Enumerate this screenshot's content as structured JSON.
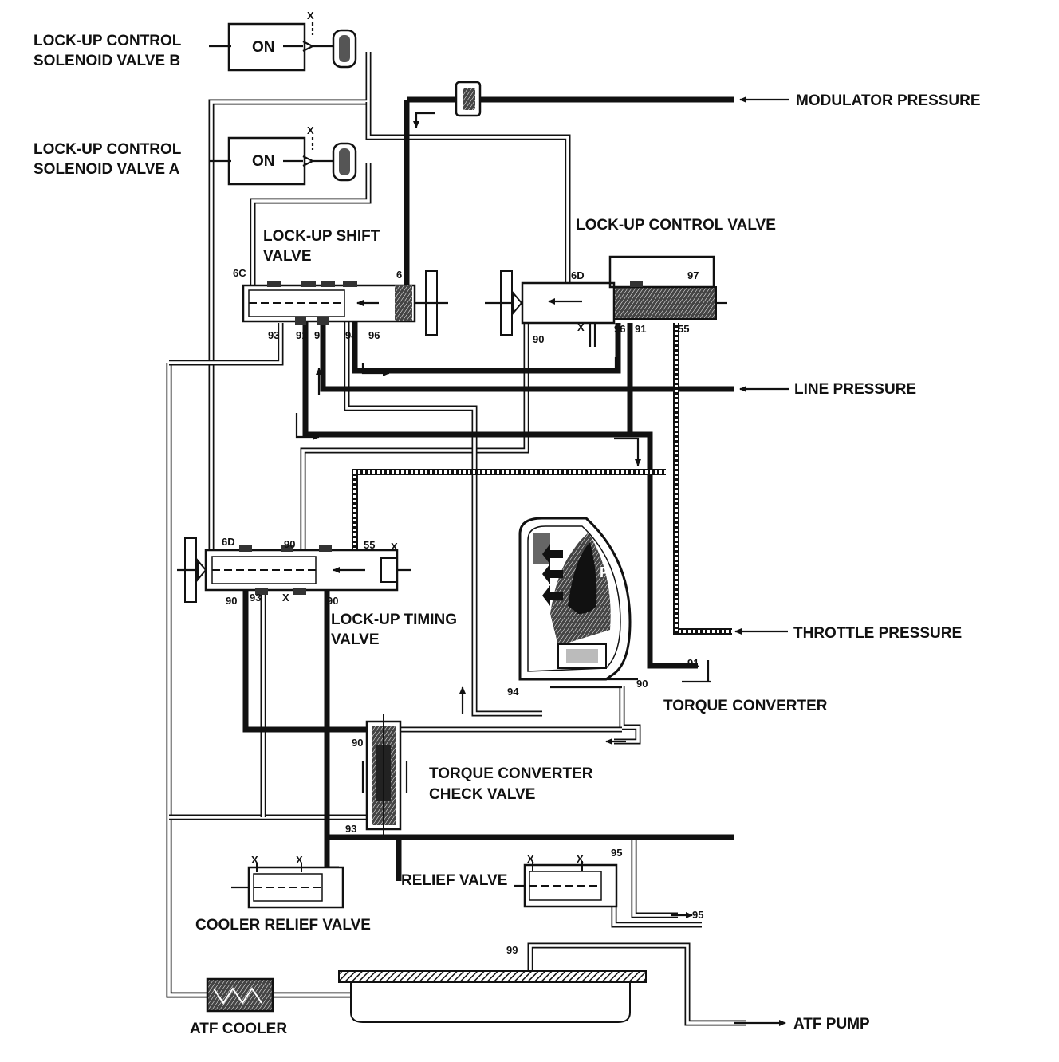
{
  "labels": {
    "solenoid_b": [
      "LOCK-UP CONTROL",
      "SOLENOID VALVE B"
    ],
    "solenoid_a": [
      "LOCK-UP CONTROL",
      "SOLENOID VALVE A"
    ],
    "solenoid_b_state": "ON",
    "solenoid_a_state": "ON",
    "modulator_pressure": "MODULATOR PRESSURE",
    "lockup_control_valve": "LOCK-UP CONTROL VALVE",
    "lockup_shift_valve": [
      "LOCK-UP SHIFT",
      "VALVE"
    ],
    "line_pressure": "LINE PRESSURE",
    "lockup_timing_valve": [
      "LOCK-UP TIMING",
      "VALVE"
    ],
    "throttle_pressure": "THROTTLE PRESSURE",
    "torque_converter": "TORQUE CONVERTER",
    "torque_converter_check_valve": [
      "TORQUE CONVERTER",
      "CHECK VALVE"
    ],
    "relief_valve": "RELIEF VALVE",
    "cooler_relief_valve": "COOLER RELIEF VALVE",
    "atf_cooler": "ATF COOLER",
    "atf_pump": "ATF PUMP",
    "converter_f1": "F",
    "converter_f1_sub": "1"
  },
  "ports": {
    "shift_6c": "6C",
    "shift_6": "6",
    "shift_93": "93",
    "shift_91": "91",
    "shift_92": "92",
    "shift_94": "94",
    "shift_96": "96",
    "ctrl_6d": "6D",
    "ctrl_97": "97",
    "ctrl_90": "90",
    "ctrl_x": "X",
    "ctrl_96": "96",
    "ctrl_91": "91",
    "ctrl_55": "55",
    "timing_6d": "6D",
    "timing_90_top": "90",
    "timing_55": "55",
    "timing_x_top": "X",
    "timing_90_left": "90",
    "timing_93": "93",
    "timing_x_bottom": "X",
    "timing_90_right": "90",
    "tc_91": "91",
    "tc_90": "90",
    "tc_94": "94",
    "check_90": "90",
    "line_93": "93",
    "relief_95_top": "95",
    "relief_95_out": "95",
    "sump_99": "99",
    "sol_b_x": "X",
    "sol_a_x": "X",
    "cooler_relief_x1": "X",
    "cooler_relief_x2": "X",
    "relief_x1": "X",
    "relief_x2": "X"
  }
}
